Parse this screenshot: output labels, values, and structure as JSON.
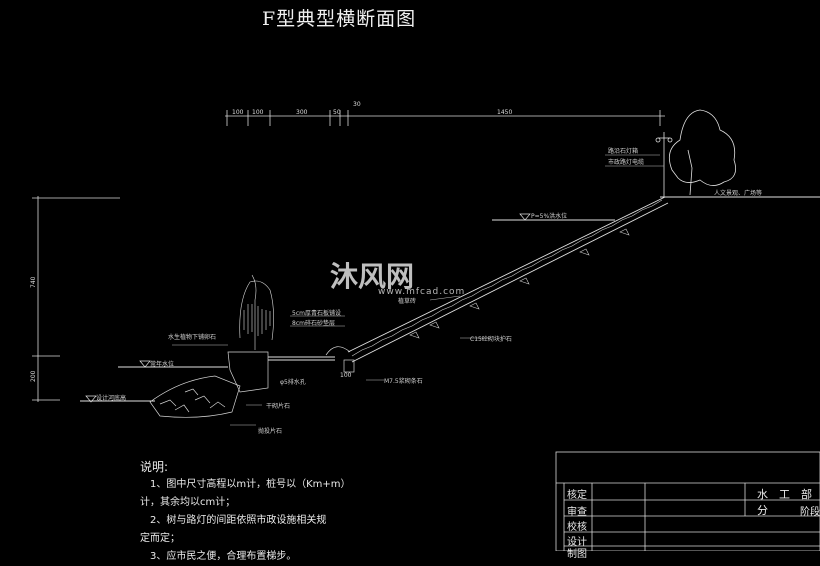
{
  "title": "F型典型横断面图",
  "dimensions": {
    "top": [
      "100",
      "100",
      "300",
      "50",
      "30",
      "1450"
    ],
    "left": [
      "740",
      "200"
    ]
  },
  "labels": {
    "lamp": "路沿石灯箱",
    "lamp2": "市政路灯电缆",
    "plaza": "人文景观、广场等",
    "water_high": "P=5%洪水位",
    "aquatic": "水生植物下铺卵石",
    "normal_water": "常年水位",
    "design_bed": "设计河底高",
    "sod": "植草砖",
    "gravel1": "5cm厚青石板铺设",
    "gravel2": "8cm碎石砂垫层",
    "drain": "φ5排水孔",
    "dry_stone": "干砌片石",
    "riprap": "抛投片石",
    "concrete": "C15砼砌块护石",
    "mortar": "M7.5浆砌条石",
    "dim100": "100"
  },
  "notes": {
    "heading": "说明:",
    "line1": "1、图中尺寸高程以m计，桩号以（Km+m）",
    "line2": "计，其余均以cm计；",
    "line3": "2、树与路灯的间距依照市政设施相关规",
    "line4": "定而定；",
    "line5": "3、应市民之便，合理布置梯步。"
  },
  "title_block": {
    "check": "核定",
    "review": "审查",
    "proof": "校核",
    "design": "设计",
    "draw": "制图",
    "dept": "水　工　部分",
    "stage": "阶段"
  },
  "watermark": {
    "text": "沐风网",
    "url": "www.mfcad.com"
  }
}
